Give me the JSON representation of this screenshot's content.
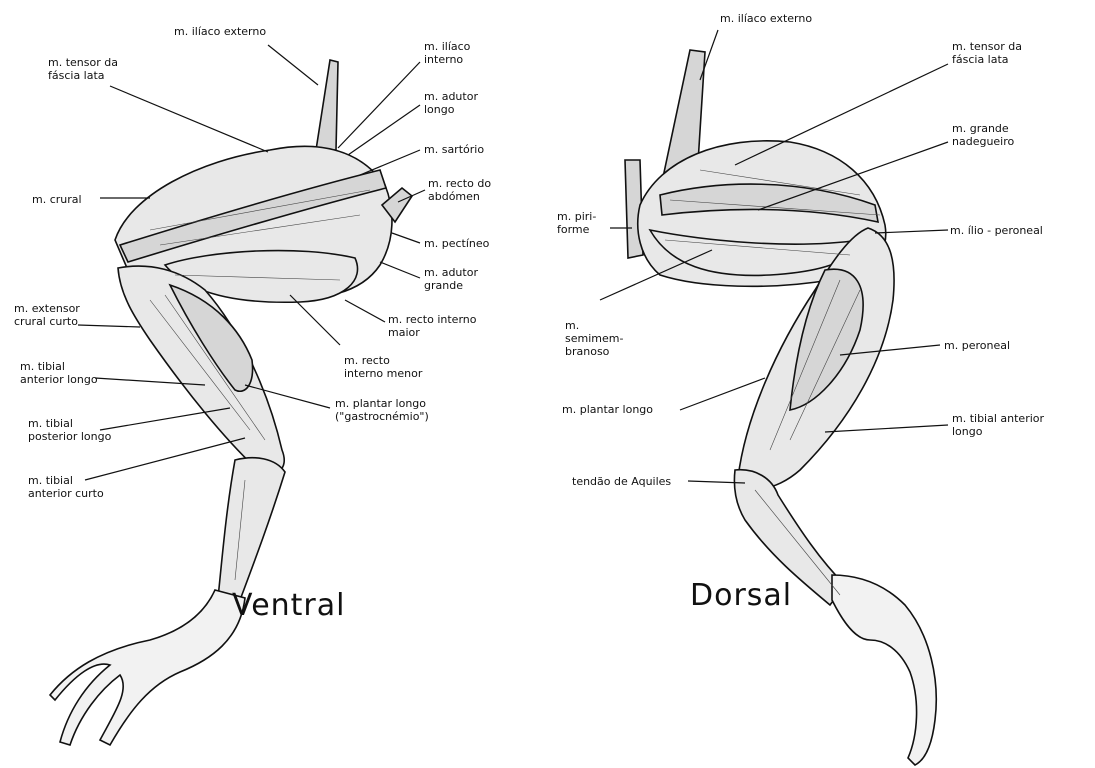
{
  "ventral": {
    "title": "Ventral",
    "labels": {
      "iliaco_externo": "m. ilíaco externo",
      "tensor_fascia_lata": "m. tensor da fáscia lata",
      "iliaco_interno": "m. ilíaco interno",
      "adutor_longo": "m. adutor longo",
      "sartorio": "m. sartório",
      "recto_abdomen": "m. recto do abdómen",
      "crural": "m. crural",
      "pectineo": "m. pectíneo",
      "adutor_grande": "m. adutor grande",
      "extensor_crural_curto": "m. extensor crural curto",
      "recto_interno_maior": "m. recto interno maior",
      "recto_interno_menor": "m. recto interno menor",
      "tibial_anterior_longo": "m. tibial anterior longo",
      "plantar_longo": "m. plantar longo (\"gastrocnémio\")",
      "tibial_posterior_longo": "m. tibial posterior longo",
      "tibial_anterior_curto": "m. tibial anterior curto"
    }
  },
  "dorsal": {
    "title": "Dorsal",
    "labels": {
      "iliaco_externo": "m. ilíaco externo",
      "tensor_fascia_lata": "m. tensor da fáscia lata",
      "grande_nadegueiro": "m. grande nadegueiro",
      "piriforme": "m. piri- forme",
      "ilio_peroneal": "m. ílio - peroneal",
      "semimembranoso": "m. semimem- branoso",
      "peroneal": "m. peroneal",
      "plantar_longo": "m. plantar longo",
      "tibial_anterior_longo": "m. tibial anterior longo",
      "tendao_aquiles": "tendão de Aquiles"
    }
  }
}
